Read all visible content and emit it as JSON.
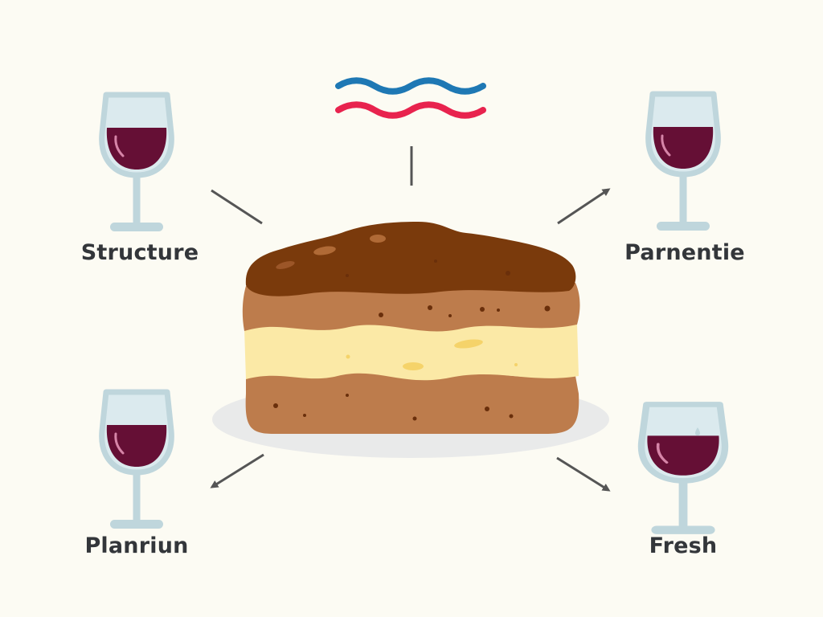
{
  "diagram": {
    "center": {
      "name": "layered-cake",
      "layers": [
        "chocolate-top",
        "sponge",
        "cream",
        "sponge"
      ]
    },
    "top_symbol": {
      "name": "wavy-lines",
      "colors": [
        "#1e78b4",
        "#e8234e"
      ]
    },
    "nodes": [
      {
        "id": "top-left",
        "label": "Structure",
        "icon": "wine-glass-icon"
      },
      {
        "id": "top-right",
        "label": "Parnentie",
        "icon": "wine-glass-icon"
      },
      {
        "id": "bottom-left",
        "label": "Planriun",
        "icon": "wine-glass-icon"
      },
      {
        "id": "bottom-right",
        "label": "Fresh",
        "icon": "wine-glass-icon"
      }
    ],
    "colors": {
      "background": "#fcfbf3",
      "wine": "#650f35",
      "glass": "#bfd6dc",
      "glass_fill": "#dbeaee",
      "chocolate": "#7a3a0c",
      "sponge": "#bd7c4c",
      "cream": "#fbe9a6",
      "plate": "#e9eaea",
      "text": "#33363a",
      "line": "#555555"
    }
  }
}
